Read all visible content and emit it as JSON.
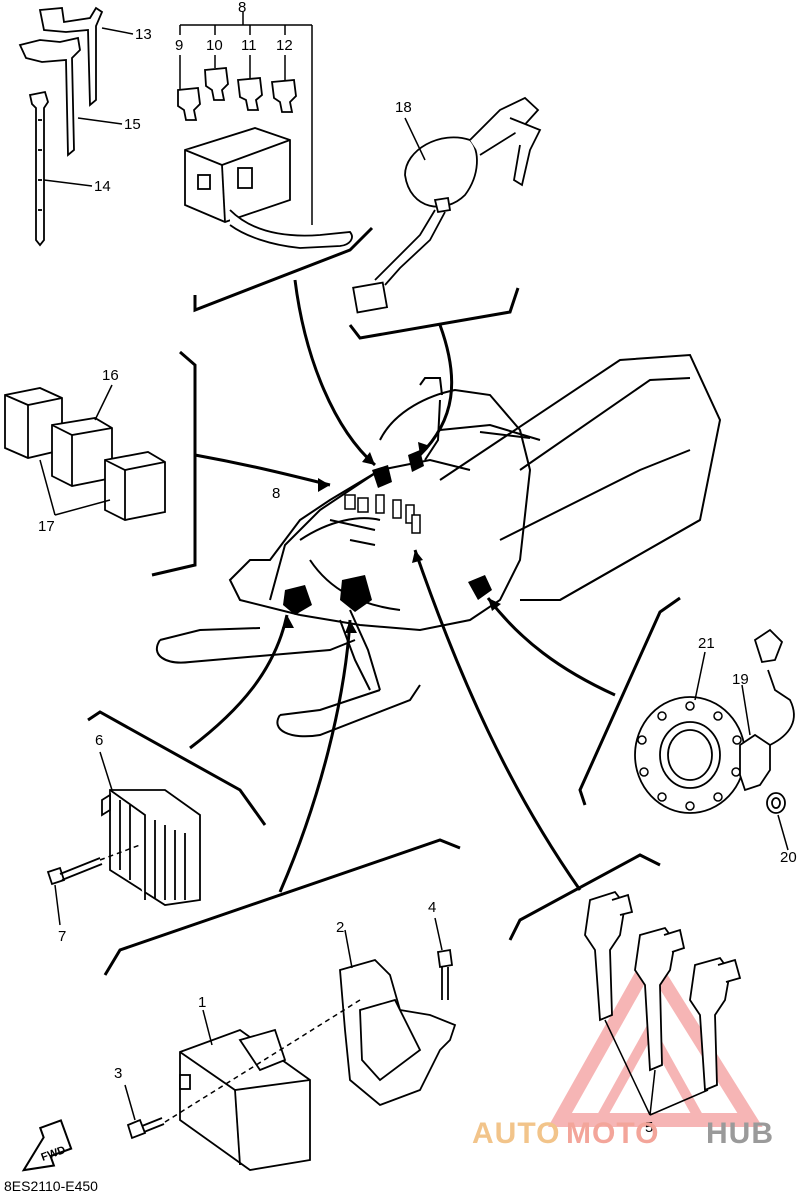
{
  "diagram": {
    "code": "8ES2110-E450",
    "fwd_label": "FWD",
    "callouts": {
      "n1": "1",
      "n2": "2",
      "n3": "3",
      "n4": "4",
      "n5": "5",
      "n6": "6",
      "n7": "7",
      "n8": "8",
      "n8b": "8",
      "n9": "9",
      "n10": "10",
      "n11": "11",
      "n12": "12",
      "n13": "13",
      "n14": "14",
      "n15": "15",
      "n16": "16",
      "n17": "17",
      "n18": "18",
      "n19": "19",
      "n20": "20",
      "n21": "21"
    }
  },
  "watermark": {
    "part1": "AUTO",
    "part2": "MOTO",
    "part3": "HUB",
    "colors": {
      "part1": "#f2c48a",
      "part2": "#f3a59a",
      "part3": "#9a9a9a",
      "triangle": "#f07a7a"
    }
  }
}
